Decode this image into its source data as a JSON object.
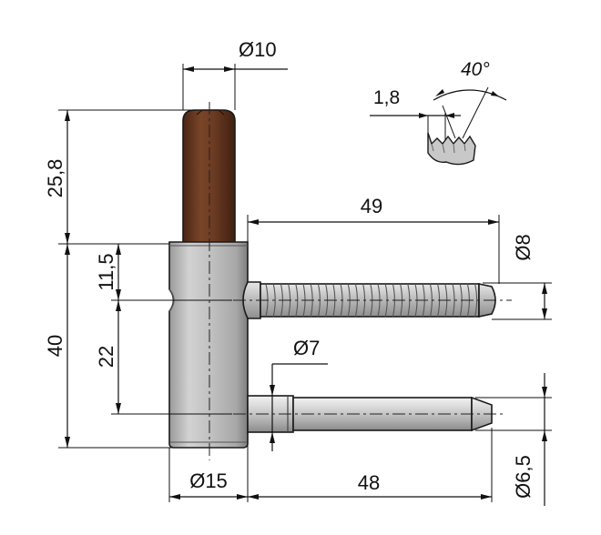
{
  "dimensions": {
    "pin_diameter": "Ø10",
    "pin_height": "25,8",
    "total_height": "40",
    "upper_offset": "11,5",
    "lower_offset": "22",
    "body_diameter": "Ø15",
    "screw_length": "49",
    "screw_diameter": "Ø8",
    "dowel_diameter": "Ø7",
    "dowel_length": "48",
    "dowel_tip_diameter": "Ø6,5",
    "thread_pitch": "1,8",
    "thread_angle": "40°"
  },
  "colors": {
    "pin": "#6b3a22",
    "steel": "#c9c9c9",
    "steel_dark": "#8c8c8c",
    "lines": "#111111"
  }
}
